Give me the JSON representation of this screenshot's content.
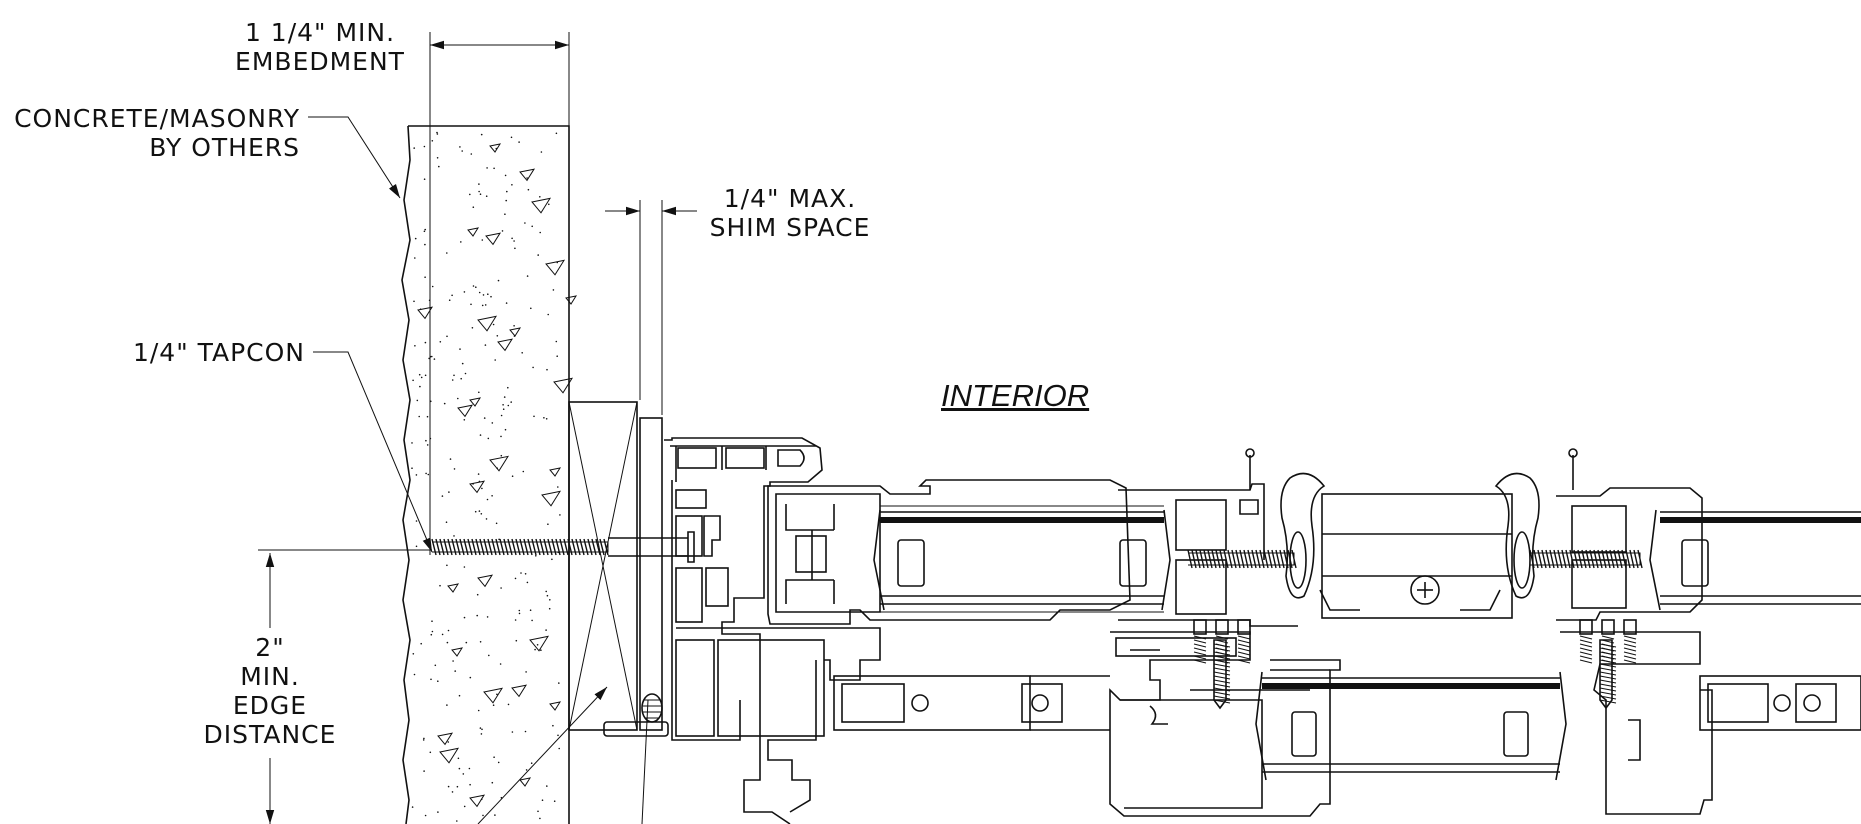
{
  "labels": {
    "embedment": [
      "1 1/4\" MIN.",
      "EMBEDMENT"
    ],
    "concrete": [
      "CONCRETE/MASONRY",
      "BY OTHERS"
    ],
    "shim": [
      "1/4\" MAX.",
      "SHIM SPACE"
    ],
    "tapcon": "1/4\" TAPCON",
    "edge": [
      "2\"",
      "MIN.",
      "EDGE",
      "DISTANCE"
    ],
    "interior": "INTERIOR"
  },
  "colors": {
    "line": "#111111",
    "background": "#ffffff"
  },
  "icons": [
    "arrowhead",
    "screw-thread",
    "phillips-screw-head",
    "concrete-aggregate-triangle"
  ]
}
